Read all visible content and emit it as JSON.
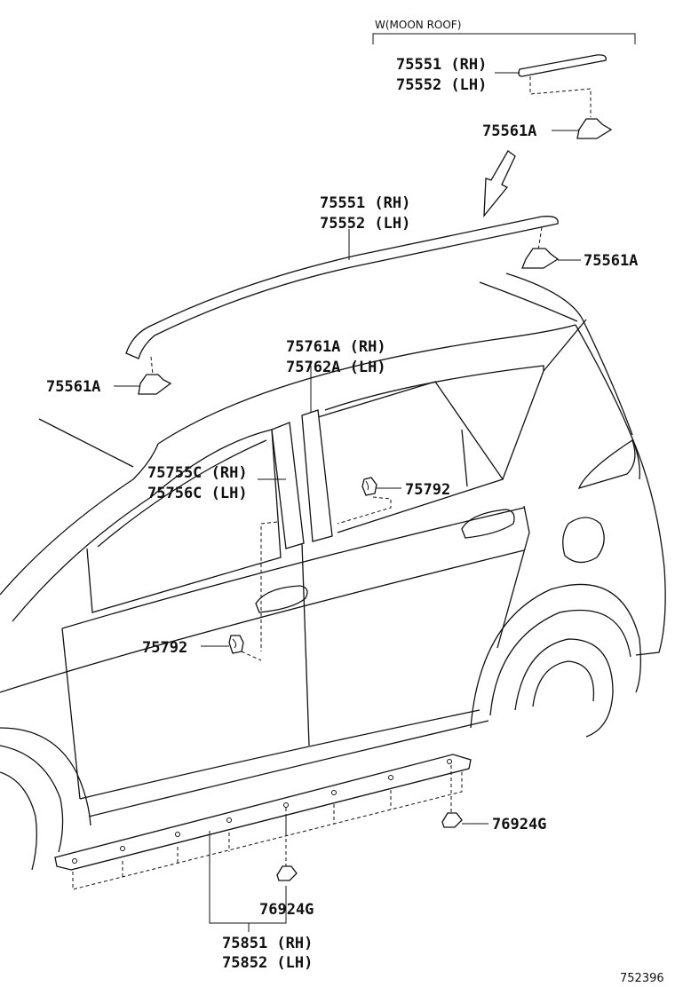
{
  "header": {
    "variant": "W(MOON ROOF)"
  },
  "labels": {
    "moonroof_molding_rh": "75551 (RH)",
    "moonroof_molding_lh": "75552 (LH)",
    "moonroof_clip": "75561A",
    "roof_molding_rh": "75551 (RH)",
    "roof_molding_lh": "75552 (LH)",
    "roof_clip_rear": "75561A",
    "roof_clip_front": "75561A",
    "rear_pillar_rh": "75761A (RH)",
    "rear_pillar_lh": "75762A (LH)",
    "front_pillar_rh": "75755C (RH)",
    "front_pillar_lh": "75756C (LH)",
    "clip_rear_door": "75792",
    "clip_front_door": "75792",
    "rocker_clip_rear": "76924G",
    "rocker_clip_front": "76924G",
    "rocker_molding_rh": "75851 (RH)",
    "rocker_molding_lh": "75852 (LH)"
  },
  "footer": {
    "diagram_code": "752396"
  }
}
